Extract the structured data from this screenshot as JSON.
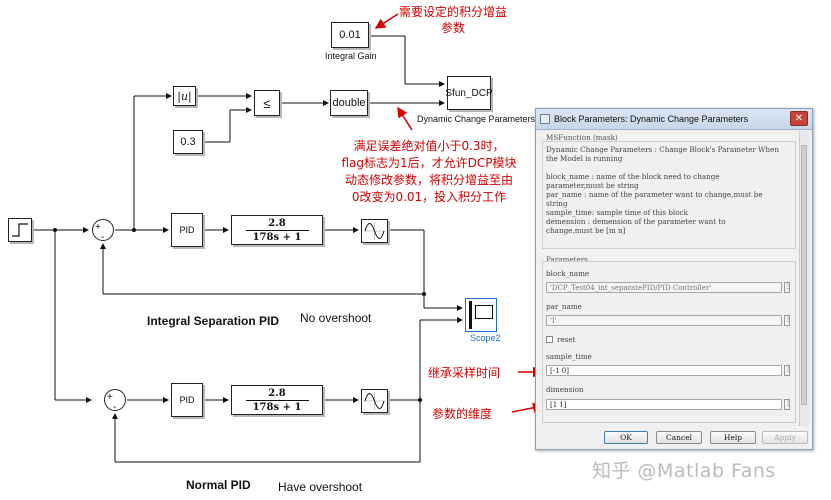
{
  "blocks": {
    "const_gain": "0.01",
    "const_gain_label": "Integral Gain",
    "abs": "|u|",
    "relop": "≤",
    "const_threshold": "0.3",
    "convert": "double",
    "sfun": "Sfun_DCP",
    "sfun_label": "Dynamic Change Parameters",
    "pid_top": "PID",
    "pid_bottom": "PID",
    "tf_num": "2.8",
    "tf_den": "178s + 1",
    "scope_label": "Scope2"
  },
  "annotations": {
    "gain_note_line1": "需要设定的积分增益",
    "gain_note_line2": "参数",
    "flag_note_line1": "满足误差绝对值小于0.3时，",
    "flag_note_line2": "flag标志为1后，才允许DCP模块",
    "flag_note_line3": "动态修改参数，将积分增益至由",
    "flag_note_line4": "0改变为0.01，投入积分工作",
    "sample_note": "继承采样时间",
    "dim_note": "参数的维度"
  },
  "captions": {
    "top_title": "Integral Separation PID",
    "top_result": "No overshoot",
    "bottom_title": "Normal PID",
    "bottom_result": "Have overshoot"
  },
  "dialog": {
    "title": "Block Parameters: Dynamic Change Parameters",
    "section_mask": "MSFunction (mask)",
    "desc_lines": [
      "Dynamic Change Parameters : Change Block's Parameter When",
      "the Model is running",
      "",
      "block_name : name of the block  need to change",
      "parameter,must be string",
      "par_name  : name of the parameter want to change,must be",
      "string",
      "sample_time: sample time of this block",
      "demension  : demension of the parameter want to",
      "change,must be [m n]"
    ],
    "section_params": "Parameters",
    "block_name_label": "block_name",
    "block_name_value": "'DCP_Test04_int_separatePID/PID Controller'",
    "par_name_label": "par_name",
    "par_name_value": "'I'",
    "reset_label": "reset",
    "sample_time_label": "sample_time",
    "sample_time_value": "[-1 0]",
    "dimension_label": "dimension",
    "dimension_value": "[1 1]",
    "ok": "OK",
    "cancel": "Cancel",
    "help": "Help",
    "apply": "Apply",
    "close_symbol": "✕"
  },
  "watermark": "知乎 @Matlab Fans",
  "colors": {
    "annotation_red": "#d40000",
    "scope_blue": "#1a6fd0",
    "line": "#111111"
  }
}
